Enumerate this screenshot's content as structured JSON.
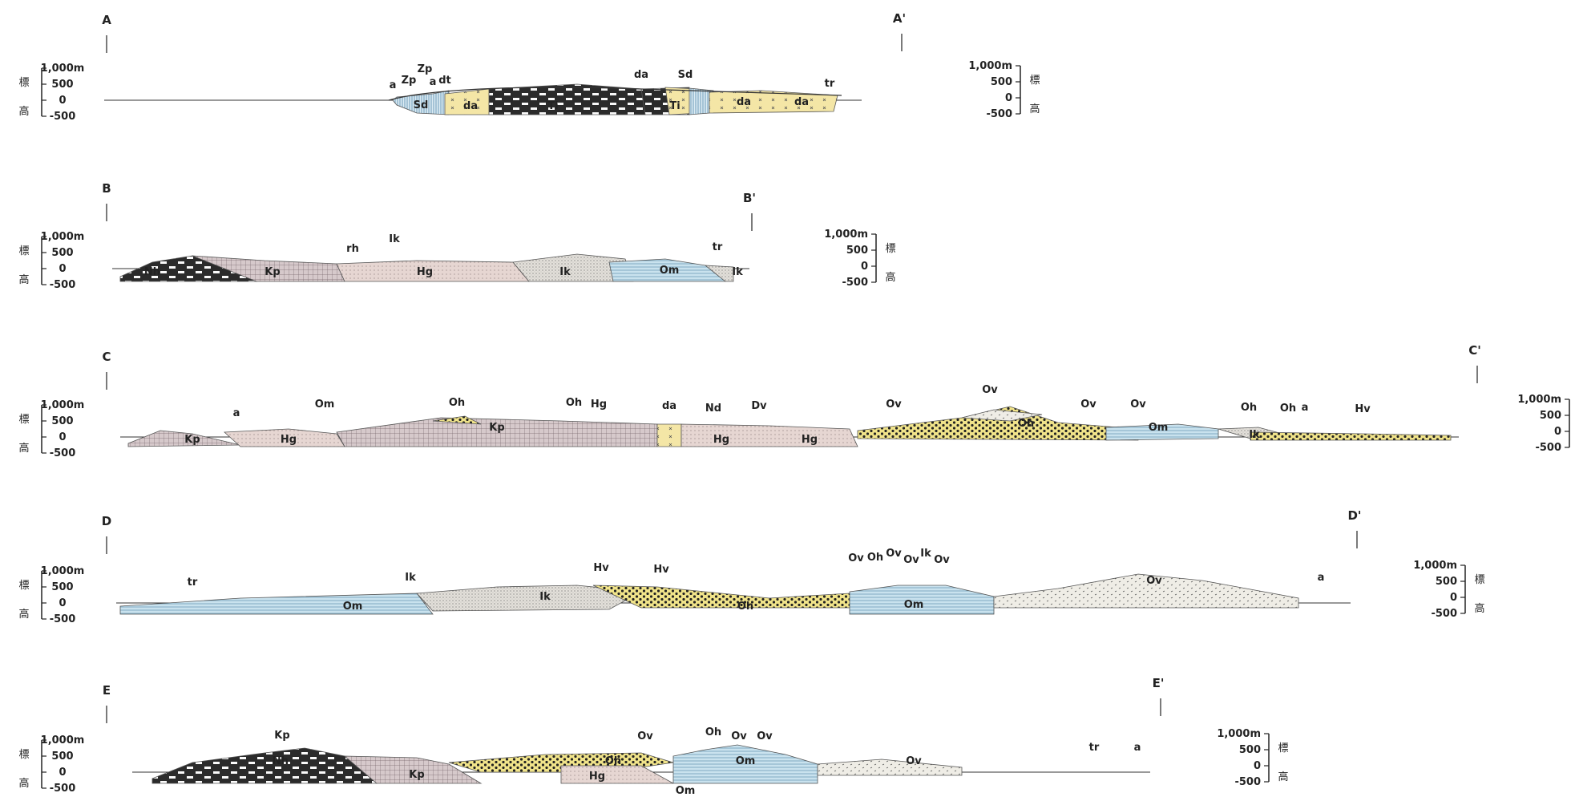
{
  "scale": {
    "ticks": [
      "1,000m",
      "500",
      "0",
      "-500"
    ],
    "unit_label_top": "標",
    "unit_label_bottom": "高"
  },
  "colors": {
    "Ti": "#2f2f2f",
    "Nh": "#2f2f2f",
    "Sd": "#a9c9dc",
    "da": "#f0dc8e",
    "Kp": "#c8b6b8",
    "Hg": "#d9c7c3",
    "Ik": "#d7d2c8",
    "Om": "#a9cfe0",
    "Oh": "#efe27f",
    "Ov": "#e6e3dc",
    "Zp": "#b9d3e0",
    "Nd": "#c9b36a"
  },
  "sections": [
    {
      "id": "A",
      "start_label": "A",
      "end_label": "A'",
      "units": [
        "Sd",
        "da",
        "Ti",
        "Ti",
        "da",
        "da"
      ],
      "annotations": [
        "a",
        "Zp",
        "Zp",
        "a",
        "dt",
        "da",
        "Sd",
        "tr"
      ]
    },
    {
      "id": "B",
      "start_label": "B",
      "end_label": "B'",
      "units": [
        "Nh",
        "Kp",
        "Hg",
        "Ik",
        "Om",
        "Ik"
      ],
      "annotations": [
        "rh",
        "Ik",
        "tr"
      ]
    },
    {
      "id": "C",
      "start_label": "C",
      "end_label": "C'",
      "units": [
        "Kp",
        "Hg",
        "Kp",
        "Hg",
        "Hg",
        "Oh",
        "Om",
        "Ik"
      ],
      "annotations": [
        "a",
        "Om",
        "Oh",
        "Oh",
        "Hg",
        "da",
        "Nd",
        "Dv",
        "Ov",
        "Ov",
        "Ov",
        "Ov",
        "Oh",
        "Oh",
        "a",
        "Hv"
      ]
    },
    {
      "id": "D",
      "start_label": "D",
      "end_label": "D'",
      "units": [
        "Om",
        "Ik",
        "Oh",
        "Om",
        "Ov"
      ],
      "annotations": [
        "tr",
        "Ik",
        "Hv",
        "Hv",
        "Ov",
        "Oh",
        "Ov",
        "Ov",
        "Ik",
        "Ov",
        "a"
      ]
    },
    {
      "id": "E",
      "start_label": "E",
      "end_label": "E'",
      "units": [
        "Nh",
        "Kp",
        "Oh",
        "Hg",
        "Om",
        "Om",
        "Ov"
      ],
      "annotations": [
        "Kp",
        "Ov",
        "Oh",
        "Ov",
        "Ov",
        "tr",
        "a"
      ]
    }
  ]
}
